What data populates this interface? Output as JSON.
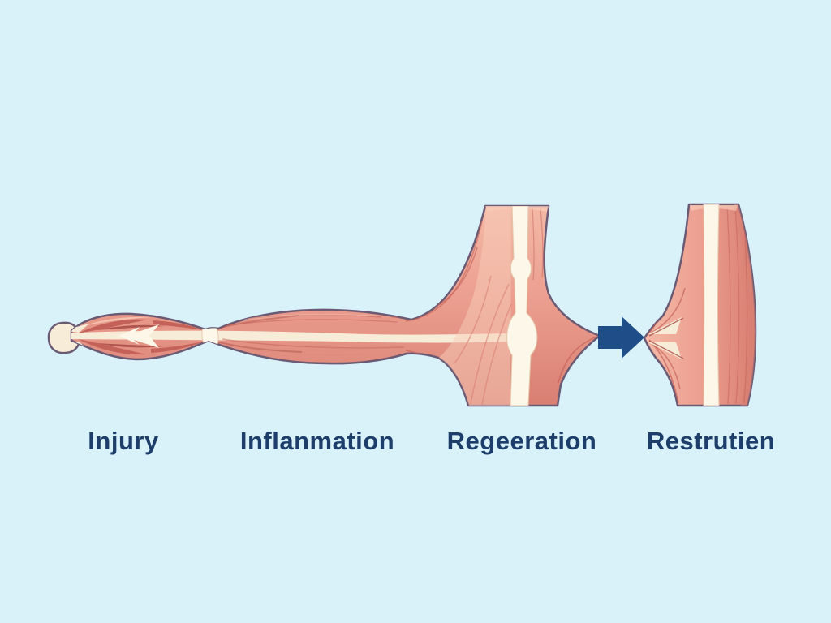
{
  "stages": [
    {
      "label": "Injury"
    },
    {
      "label": "Inflanmation"
    },
    {
      "label": "Regeeration"
    },
    {
      "label": "Restrutien"
    }
  ],
  "icons": {
    "stage_transition": "arrow-right-icon"
  },
  "colors": {
    "bg": "#d9f2fa",
    "text": "#1d3e6b",
    "arrow": "#1e4d87",
    "outline": "#6a5a74",
    "muscle-light": "#f4b9a6",
    "muscle-mid": "#ec9f90",
    "muscle-dark": "#d87f72",
    "fiber-red": "#c4625a",
    "fiber-deep": "#a94f48",
    "cream": "#f7ecd7",
    "cream-bright": "#fdf7e9",
    "highlight": "#f8cdb9"
  }
}
